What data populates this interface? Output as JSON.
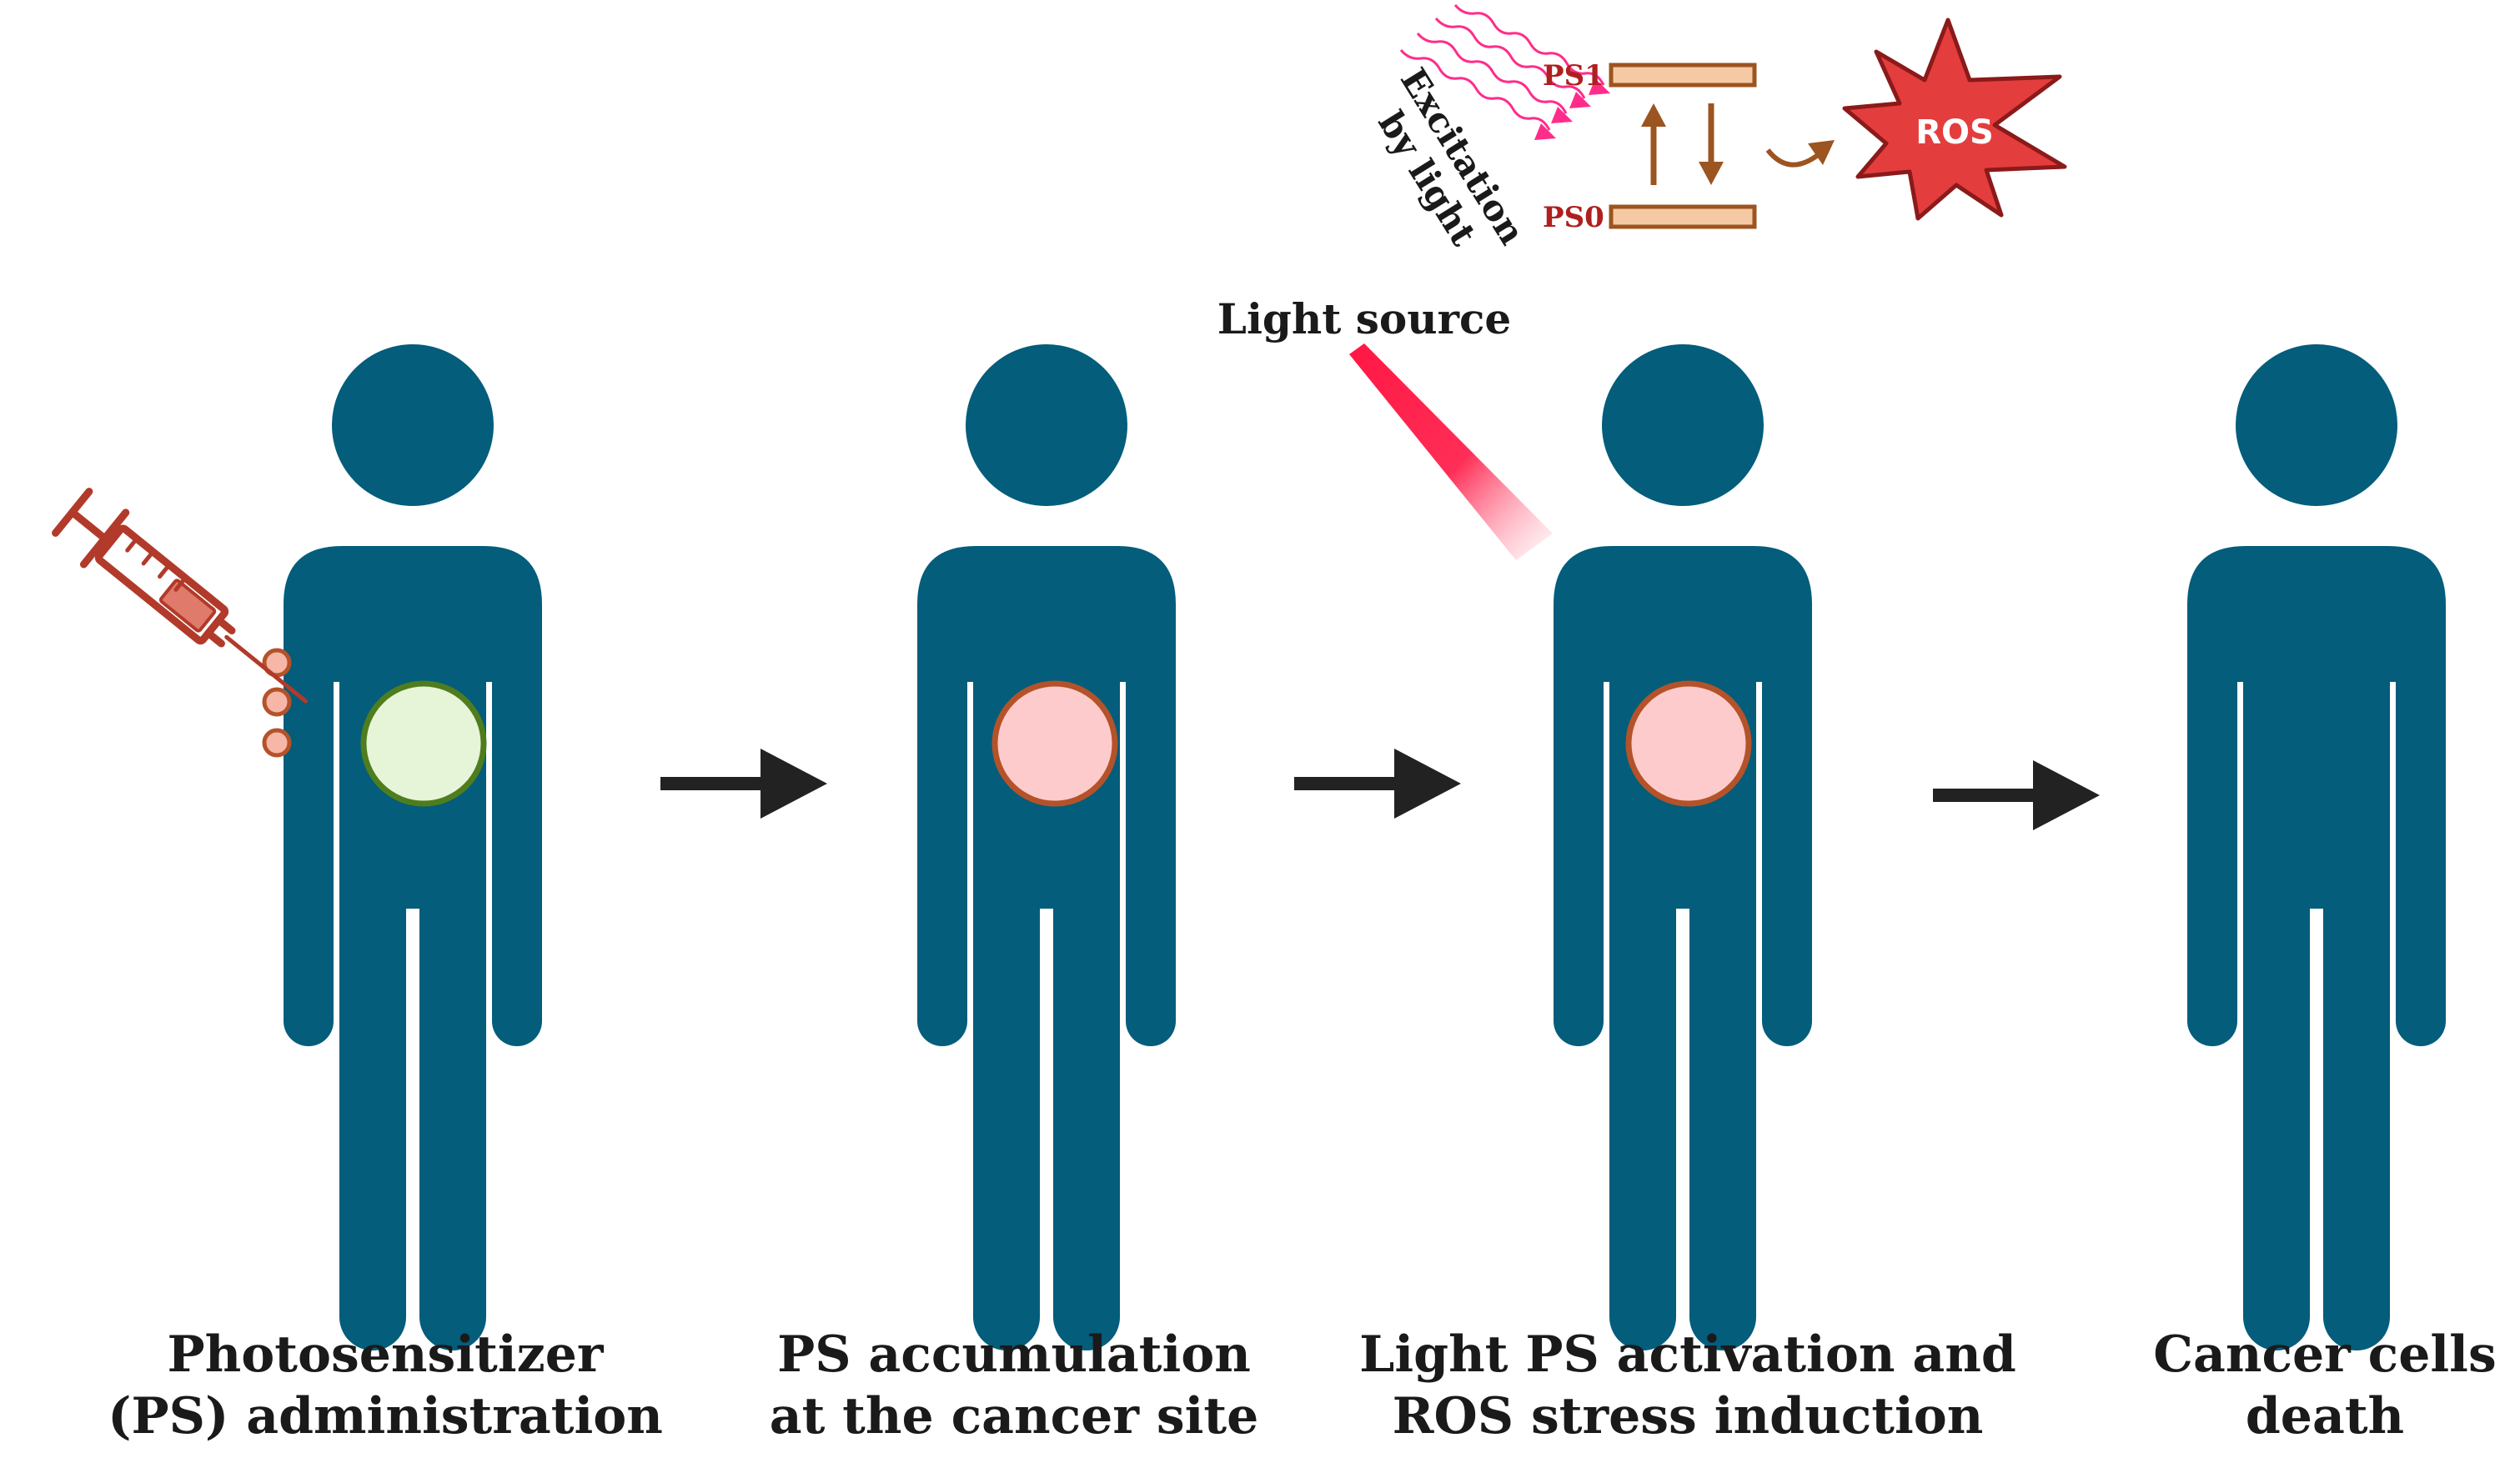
{
  "colors": {
    "figure": "#035d7b",
    "arrow": "#222222",
    "ps_green_fill": "#e6f4d8",
    "ps_green_stroke": "#4f7d1e",
    "tumor_fill": "#fdcbcb",
    "tumor_stroke": "#b4522a",
    "syringe": "#b23a2a",
    "energy_bar": "#f5c9a4",
    "energy_bar_stroke": "#9c5420",
    "ros_fill": "#e43d3d",
    "label_red": "#b01f1f",
    "light_beam": "#ff1744"
  },
  "steps": [
    {
      "line1": "Photosensitizer",
      "line2": "(PS) administration",
      "tumor": "green"
    },
    {
      "line1": "PS accumulation",
      "line2": "at the cancer site",
      "tumor": "red"
    },
    {
      "line1": "Light PS activation and",
      "line2": "ROS stress induction",
      "tumor": "red"
    },
    {
      "line1": "Cancer cells",
      "line2": "death",
      "tumor": "none"
    }
  ],
  "inset": {
    "excitation_line1": "Excitation",
    "excitation_line2": "by light",
    "ps1_label": "PS1",
    "ps0_label": "PS0",
    "ros_label": "ROS"
  },
  "light_source_label": "Light source",
  "icons": [
    "syringe-icon",
    "person-icon",
    "arrow-right-icon",
    "ros-burst-icon",
    "light-beam-icon"
  ]
}
